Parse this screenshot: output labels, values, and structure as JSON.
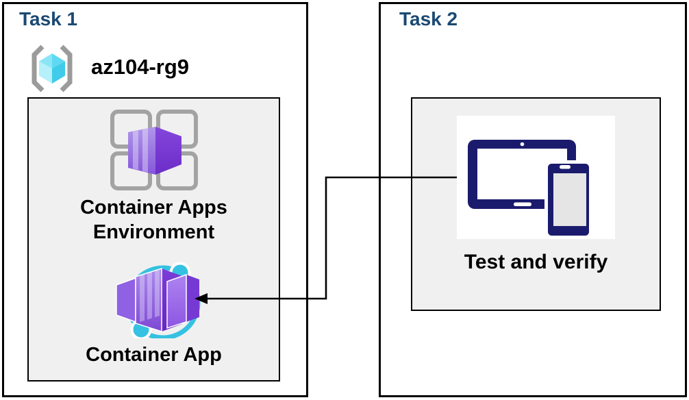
{
  "task1": {
    "title": "Task 1",
    "resource_group": {
      "name": "az104-rg9",
      "icon": "resource-group-icon"
    },
    "environment_label": "Container Apps Environment",
    "environment_icon": "container-apps-environment-icon",
    "app_label": "Container App",
    "app_icon": "container-app-icon"
  },
  "task2": {
    "title": "Task 2",
    "verify_label": "Test and verify",
    "verify_icon": "devices-icon"
  },
  "connector": {
    "type": "elbow-arrow",
    "points_to": "Container App"
  },
  "colors": {
    "title_blue": "#1a4a73",
    "panel_fill": "#f0f0f0",
    "outline_black": "#000000",
    "grid_gray": "#a3a3a3",
    "bracket_gray": "#9b9b9b",
    "cyan_accent": "#35c1e1",
    "cube_cyan_lightest": "#b5f0fb",
    "cube_cyan_darkest": "#3fcbe9",
    "purple_light": "#ab8aec",
    "purple_dark": "#6c2dc8",
    "device_navy": "#1b1b6e"
  }
}
